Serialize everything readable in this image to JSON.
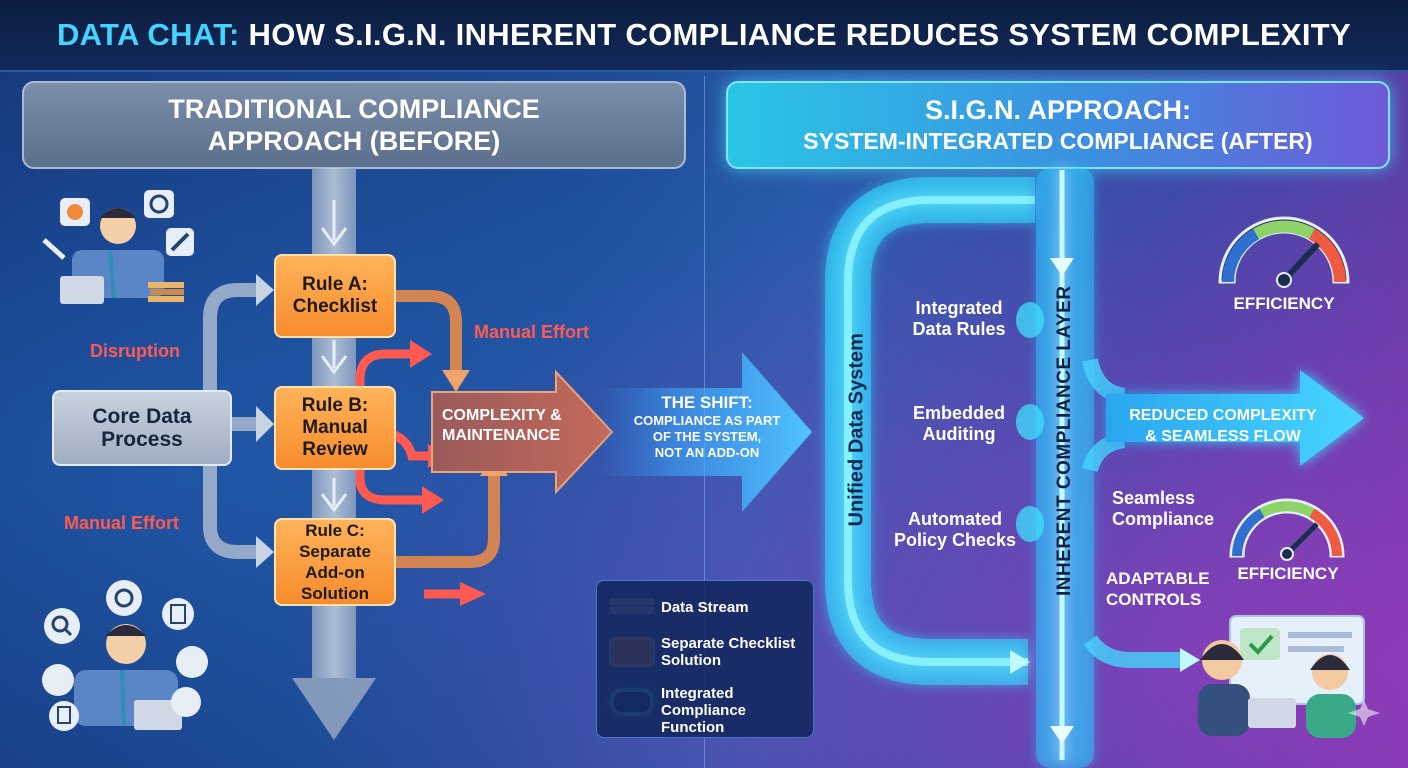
{
  "title": {
    "prefix": "DATA CHAT:",
    "main": "HOW S.I.G.N. INHERENT COMPLIANCE REDUCES SYSTEM COMPLEXITY"
  },
  "before": {
    "header_line1": "TRADITIONAL COMPLIANCE",
    "header_line2": "APPROACH (BEFORE)",
    "core_line1": "Core Data",
    "core_line2": "Process",
    "rule_a": [
      "Rule A:",
      "Checklist"
    ],
    "rule_b": [
      "Rule B:",
      "Manual",
      "Review"
    ],
    "rule_c": [
      "Rule C:",
      "Separate",
      "Add-on Solution"
    ],
    "complexity": [
      "COMPLEXITY &",
      "MAINTENANCE"
    ],
    "disruption": "Disruption",
    "manual_effort_left": "Manual Effort",
    "manual_effort_top": "Manual Effort"
  },
  "shift": {
    "title": "THE SHIFT:",
    "body": [
      "COMPLIANCE AS PART",
      "OF THE SYSTEM,",
      "NOT AN ADD-ON"
    ]
  },
  "legend": {
    "data_stream": "Data Stream",
    "separate": [
      "Separate Checklist",
      "Solution"
    ],
    "integrated": [
      "Integrated",
      "Compliance Function"
    ]
  },
  "after": {
    "header_line1": "S.I.G.N. APPROACH:",
    "header_line2": "SYSTEM-INTEGRATED COMPLIANCE (AFTER)",
    "unified": "Unified Data System",
    "layer": "INHERENT COMPLIANCE LAYER",
    "integrated_rules": [
      "Integrated",
      "Data Rules"
    ],
    "embedded": [
      "Embedded",
      "Auditing"
    ],
    "automated": [
      "Automated",
      "Policy Checks"
    ],
    "reduced": [
      "REDUCED COMPLEXITY",
      "& SEAMLESS FLOW"
    ],
    "seamless": [
      "Seamless",
      "Compliance"
    ],
    "adaptable": [
      "ADAPTABLE",
      "CONTROLS"
    ],
    "efficiency_1": "EFFICIENCY",
    "efficiency_2": "EFFICIENCY"
  },
  "colors": {
    "accent": "#45d4ff",
    "orange": "#f78c2d",
    "red": "#ff5a52",
    "cyan_glow": "#4ff0ff"
  },
  "icons": [
    "stressed-person-icon",
    "gear-icon",
    "wrench-icon",
    "laptop-icon",
    "magnifier-icon",
    "clipboard-icon",
    "document-icon",
    "team-meeting-icon",
    "gauge-icon",
    "checkmark-icon",
    "sparkle-icon"
  ]
}
